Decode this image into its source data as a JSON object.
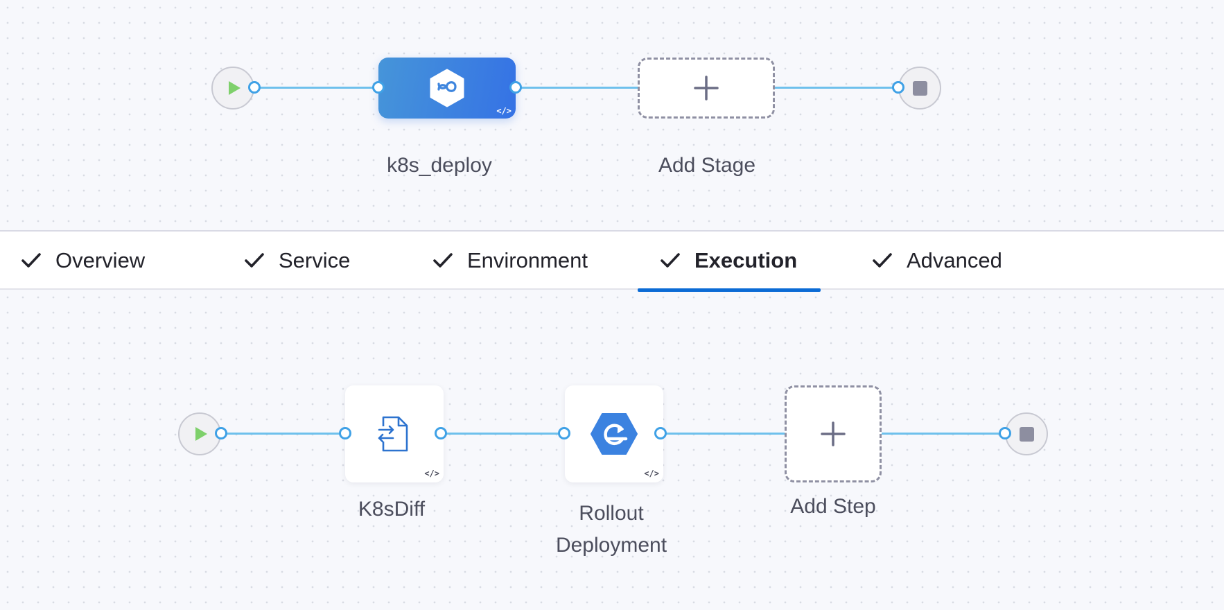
{
  "stage_graph": {
    "stages": [
      {
        "name": "k8s_deploy",
        "icon": "deployment-stage-icon",
        "yaml_icon": "code-icon"
      }
    ],
    "add_stage_label": "Add Stage",
    "add_icon": "plus-icon",
    "start_icon": "play-icon",
    "end_icon": "stop-icon"
  },
  "tabs": [
    {
      "label": "Overview",
      "icon": "check-icon",
      "active": false
    },
    {
      "label": "Service",
      "icon": "check-icon",
      "active": false
    },
    {
      "label": "Environment",
      "icon": "check-icon",
      "active": false
    },
    {
      "label": "Execution",
      "icon": "check-icon",
      "active": true
    },
    {
      "label": "Advanced",
      "icon": "check-icon",
      "active": false
    }
  ],
  "step_graph": {
    "steps": [
      {
        "name": "K8sDiff",
        "icon": "file-diff-icon",
        "yaml_icon": "code-icon"
      },
      {
        "name_line1": "Rollout",
        "name_line2": "Deployment",
        "icon": "rollout-icon",
        "yaml_icon": "code-icon"
      }
    ],
    "add_step_label": "Add Step",
    "add_icon": "plus-icon",
    "start_icon": "play-icon",
    "end_icon": "stop-icon"
  },
  "colors": {
    "connector": "#6ec0ec",
    "port": "#3fa1e6",
    "stage_gradient_start": "#4695d9",
    "stage_gradient_end": "#3572e5",
    "active_tab_underline": "#0b6bd5",
    "play": "#7ed06b"
  }
}
